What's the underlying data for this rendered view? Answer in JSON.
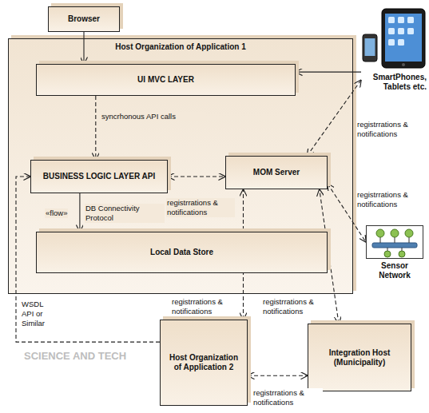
{
  "diagram": {
    "nodes": [
      {
        "text": [
          "Browser"
        ]
      },
      {
        "text": [
          "Host Organization of Application 1"
        ]
      },
      {
        "text": [
          "UI MVC LAYER"
        ],
        "in": 1
      },
      {
        "text": [
          "BUSINESS LOGIC LAYER API"
        ],
        "in": 1
      },
      {
        "text": [
          "MOM Server"
        ],
        "in": 1
      },
      {
        "text": [
          "Local Data Store"
        ],
        "in": 1
      },
      {
        "text": [
          "SmartPhones, Tablets etc."
        ]
      },
      {
        "text": [
          "Sensor Network"
        ]
      },
      {
        "text": [
          "Host Organization of Application 2"
        ]
      },
      {
        "text": [
          "Integration Host (Municipality)"
        ]
      }
    ],
    "edges": [
      {
        "from": 0,
        "to": 2,
        "arrow": "to"
      },
      {
        "from": 6,
        "to": 2,
        "arrow": "to"
      },
      {
        "from": 2,
        "to": 3,
        "label": "syncrhonous API calls",
        "arrow": "to"
      },
      {
        "from": 3,
        "to": 4,
        "label": "registrrations & notifications",
        "arrow": "both"
      },
      {
        "from": 3,
        "to": 5,
        "label": "DB Connectivity Protocol",
        "arrow": "to"
      },
      {
        "from": 6,
        "to": 4,
        "label": "registrrations & notifications",
        "arrow": "both"
      },
      {
        "from": 4,
        "to": 7,
        "label": "registrrations & notifications",
        "arrow": "both"
      },
      {
        "from": 8,
        "to": 3,
        "label": "WSDL API or Similar",
        "arrow": "to"
      },
      {
        "from": 8,
        "to": 4,
        "label": "registrrations & notifications",
        "arrow": "both"
      },
      {
        "from": 9,
        "to": 4,
        "label": "registrrations & notifications",
        "arrow": "both"
      },
      {
        "from": 8,
        "to": 9,
        "label": "registrrations & notifications",
        "arrow": "both"
      }
    ],
    "labels": [
      "«flow»",
      "SCIENCE AND TECH"
    ]
  }
}
